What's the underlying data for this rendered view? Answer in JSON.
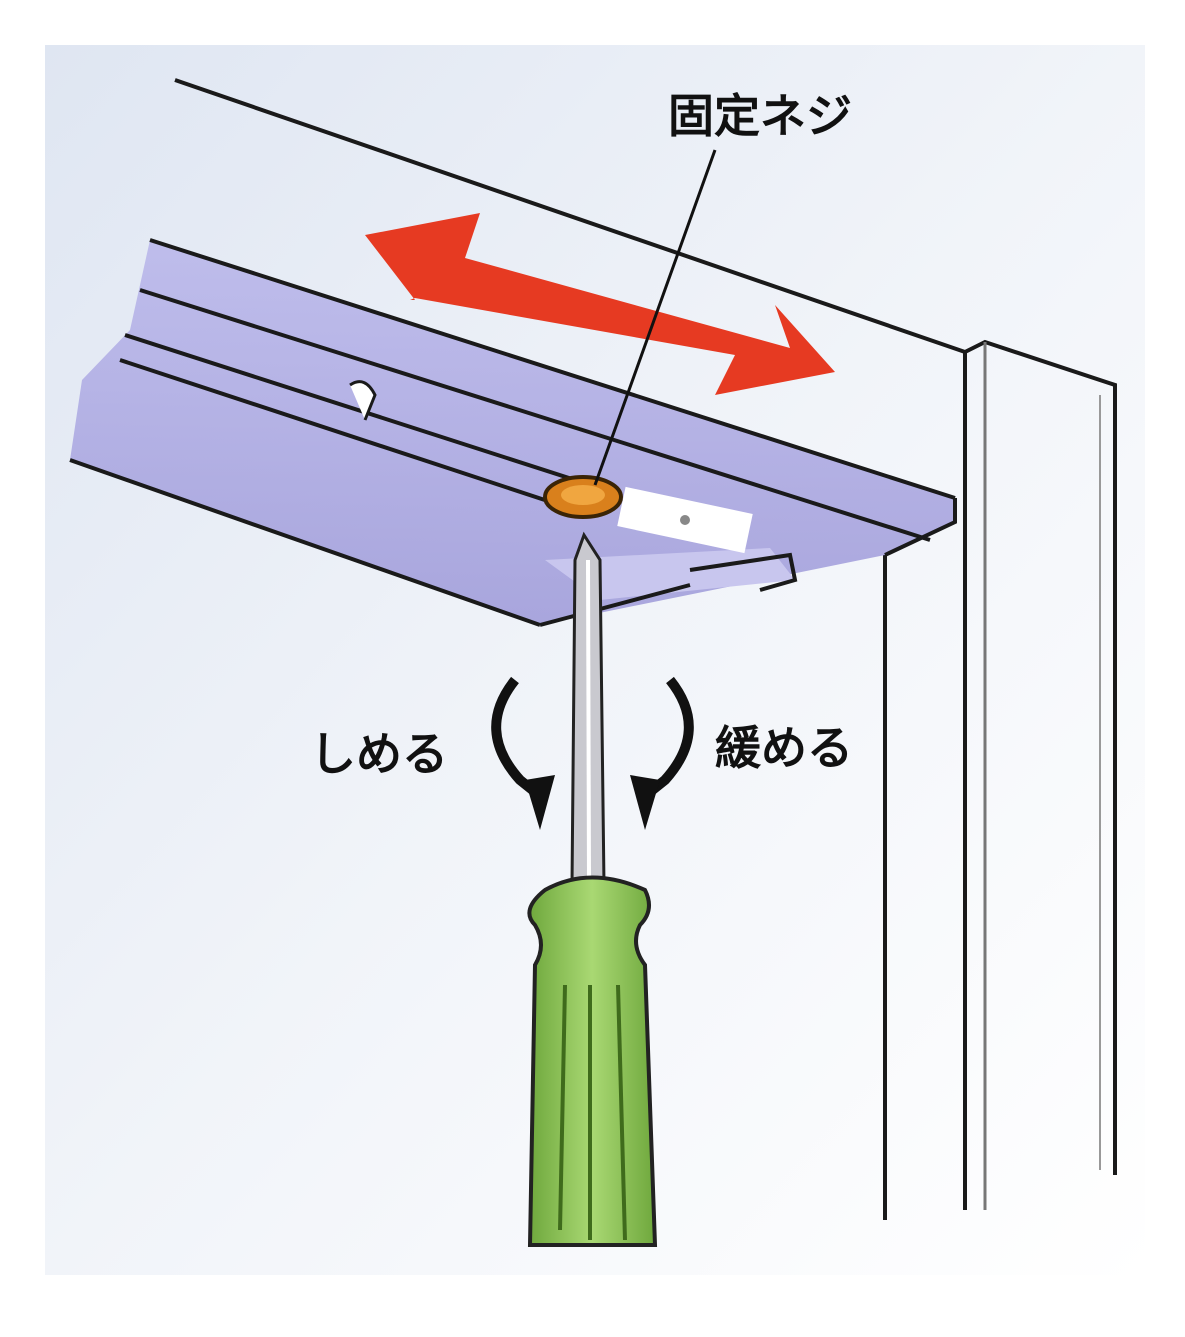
{
  "labels": {
    "fixing_screw": "固定ネジ",
    "tighten": "しめる",
    "loosen": "緩める"
  },
  "colors": {
    "arrow": "#e63a22",
    "rail": "#a9a6e0",
    "handle": "#8fc45a",
    "screw": "#d9801c"
  }
}
